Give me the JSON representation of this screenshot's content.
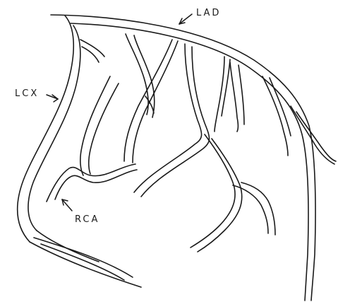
{
  "labels": {
    "lad": "LAD",
    "lcx": "LCX",
    "rca": "RCA"
  },
  "colors": {
    "ink": "#1a1a1a",
    "background": "#ffffff"
  }
}
